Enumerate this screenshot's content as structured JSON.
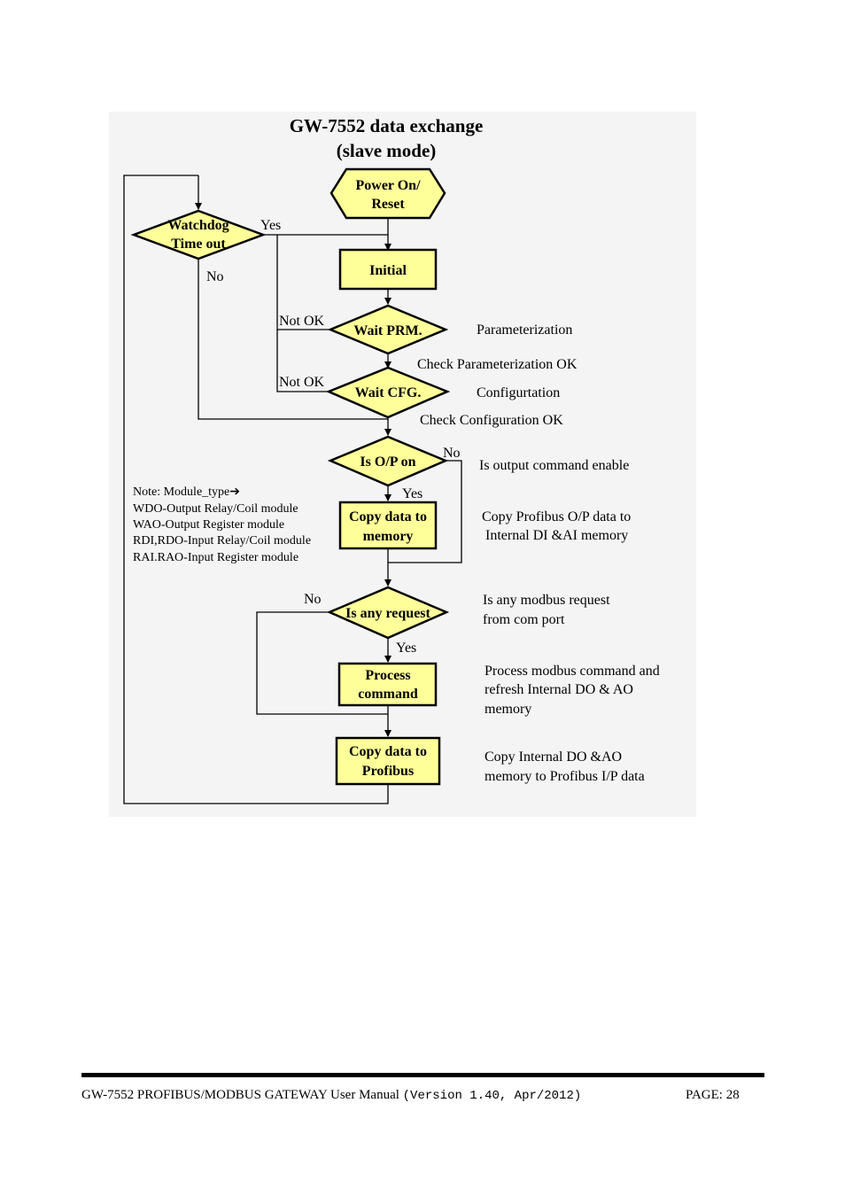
{
  "figure": {
    "title_line1": "GW-7552 data exchange",
    "title_line2": "(slave mode)",
    "nodes": {
      "power_on_line1": "Power On/",
      "power_on_line2": "Reset",
      "watchdog_line1": "Watchdog",
      "watchdog_line2": "Time out",
      "initial": "Initial",
      "wait_prm": "Wait PRM.",
      "wait_cfg": "Wait CFG.",
      "is_op_on": "Is O/P on",
      "copy_mem_line1": "Copy  data to",
      "copy_mem_line2": "memory",
      "any_request": "Is any request",
      "process_line1": "Process",
      "process_line2": "command",
      "copy_pb_line1": "Copy  data to",
      "copy_pb_line2": "Profibus"
    },
    "labels": {
      "yes_watchdog": "Yes",
      "no_watchdog": "No",
      "not_ok_prm": "Not OK",
      "not_ok_cfg": "Not OK",
      "no_op": "No",
      "yes_op": "Yes",
      "no_request": "No",
      "yes_request": "Yes"
    },
    "annotations": {
      "parameterization": "Parameterization",
      "check_param": "Check Parameterization OK",
      "configuration": "Configurtation",
      "check_config": "Check Configuration OK",
      "output_enable": "Is output command enable",
      "copy_pb_op_1": "Copy Profibus O/P data to",
      "copy_pb_op_2": "Internal DI &AI memory",
      "modbus_req_1": "Is any modbus request",
      "modbus_req_2": "from com port",
      "process_1": "Process modbus command and",
      "process_2": "refresh Internal DO & AO",
      "process_3": "memory",
      "copy_do_1": "Copy  Internal DO &AO",
      "copy_do_2": "memory to Profibus I/P data"
    },
    "note": {
      "line1": "Note:  Module_type➔",
      "line2": "WDO-Output Relay/Coil module",
      "line3": "WAO-Output Register module",
      "line4": "RDI,RDO-Input Relay/Coil module",
      "line5": "RAI.RAO-Input Register module"
    },
    "colors": {
      "panel": "#f4f4f4",
      "node_fill": "#ffff99",
      "stroke": "#000000"
    }
  },
  "footer": {
    "title": "GW-7552 PROFIBUS/MODBUS GATEWAY User Manual ",
    "version": "(Version 1.40, Apr/2012)",
    "page": "PAGE: 28"
  }
}
